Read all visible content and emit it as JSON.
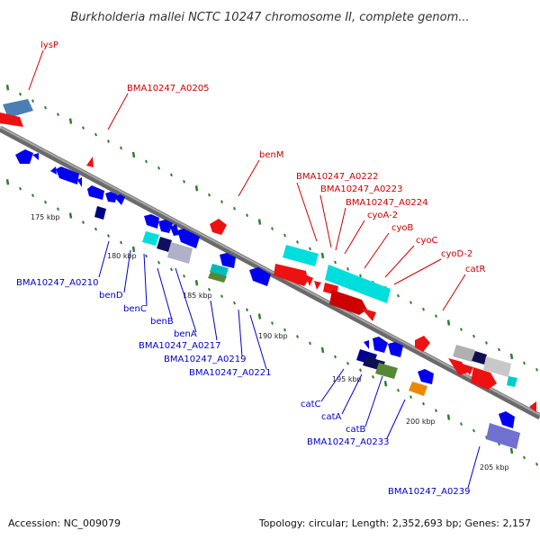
{
  "title": "Burkholderia mallei NCTC 10247 chromosome II, complete genom...",
  "footer": {
    "accession": "Accession: NC_009079",
    "summary": "Topology: circular; Length: 2,352,693 bp; Genes: 2,157"
  },
  "colors": {
    "forward_label": "#cc0000",
    "reverse_label": "#0000cc",
    "backbone": "#808080",
    "tick": "#2e7d2e"
  },
  "scale_labels": [
    "175 kbp",
    "180 kbp",
    "185 kbp",
    "190 kbp",
    "195 kbp",
    "200 kbp",
    "205 kbp"
  ],
  "forward_genes": [
    "lysP",
    "BMA10247_A0205",
    "benM",
    "BMA10247_A0222",
    "BMA10247_A0223",
    "BMA10247_A0224",
    "cyoA-2",
    "cyoB",
    "cyoC",
    "cyoD-2",
    "catR"
  ],
  "reverse_genes": [
    "BMA10247_A0210",
    "benD",
    "benC",
    "benB",
    "benA",
    "BMA10247_A0217",
    "BMA10247_A0219",
    "BMA10247_A0221",
    "catC",
    "catA",
    "catB",
    "BMA10247_A0233",
    "BMA10247_A0239"
  ]
}
